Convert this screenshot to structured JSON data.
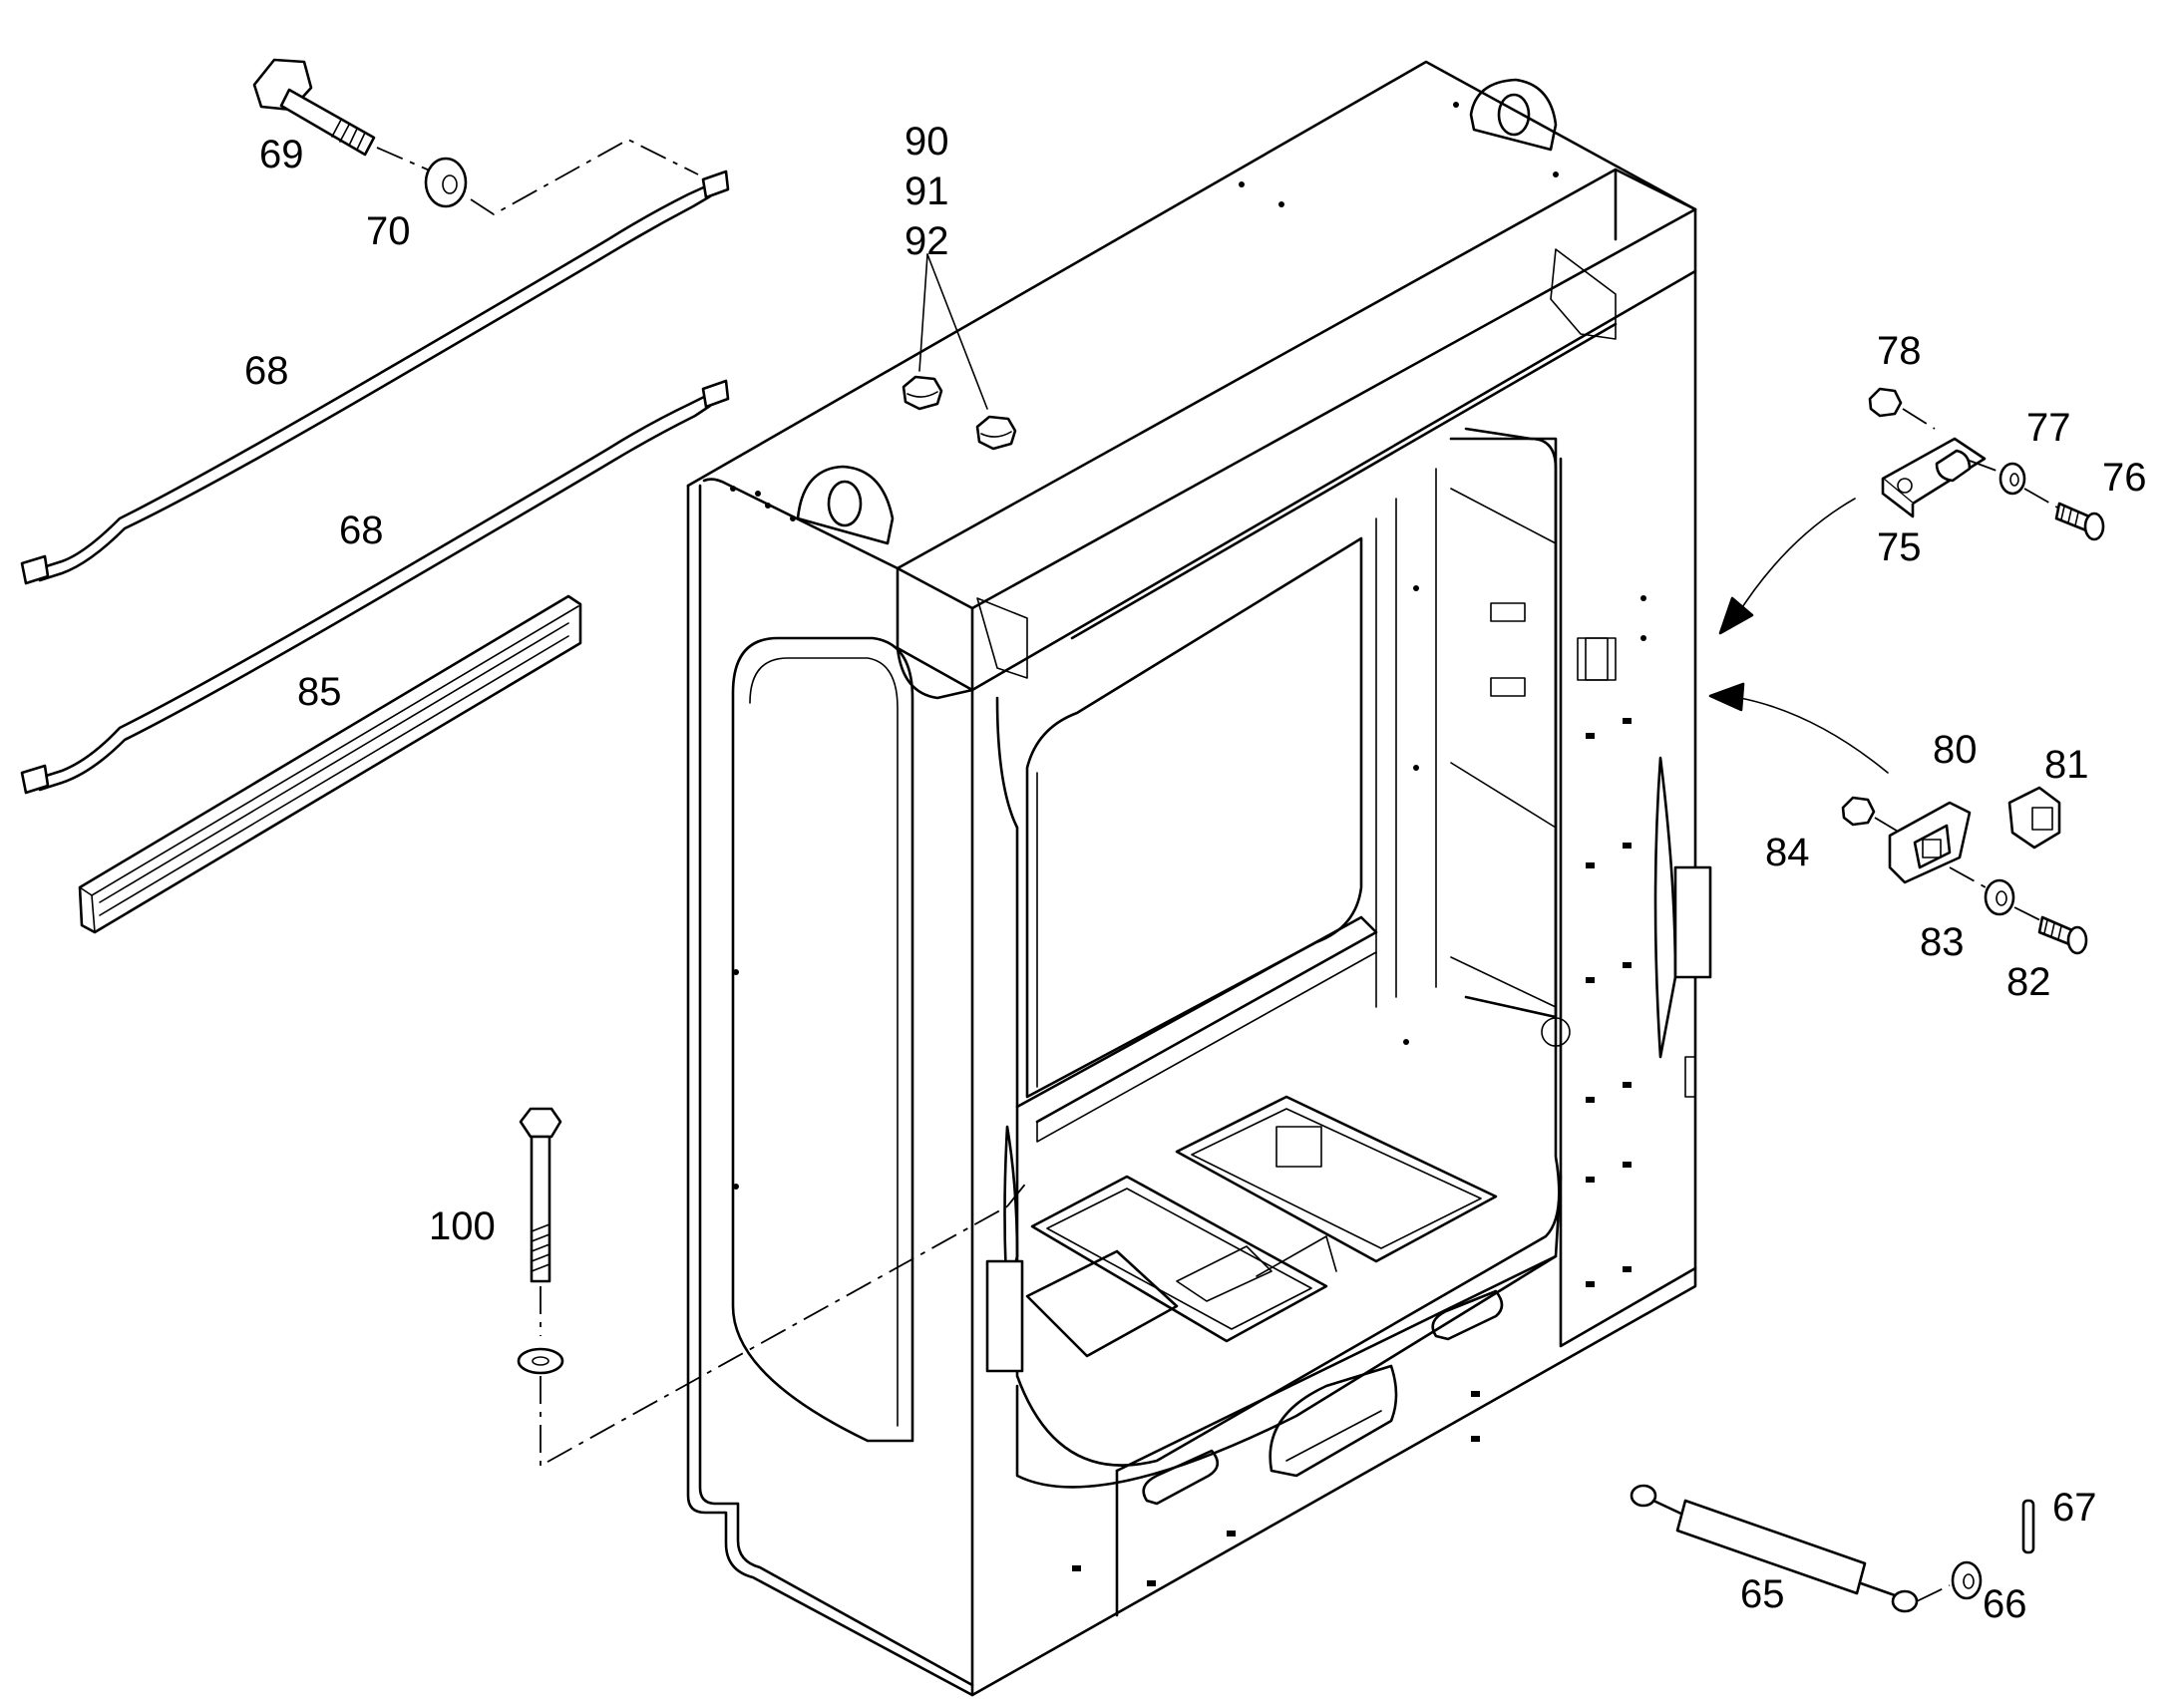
{
  "callouts": {
    "c69": "69",
    "c70": "70",
    "c68a": "68",
    "c68b": "68",
    "c85": "85",
    "c90": "90",
    "c91": "91",
    "c92": "92",
    "c78": "78",
    "c77": "77",
    "c76": "76",
    "c75": "75",
    "c80": "80",
    "c81": "81",
    "c84": "84",
    "c83": "83",
    "c82": "82",
    "c100": "100",
    "c67": "67",
    "c65": "65",
    "c66": "66"
  }
}
